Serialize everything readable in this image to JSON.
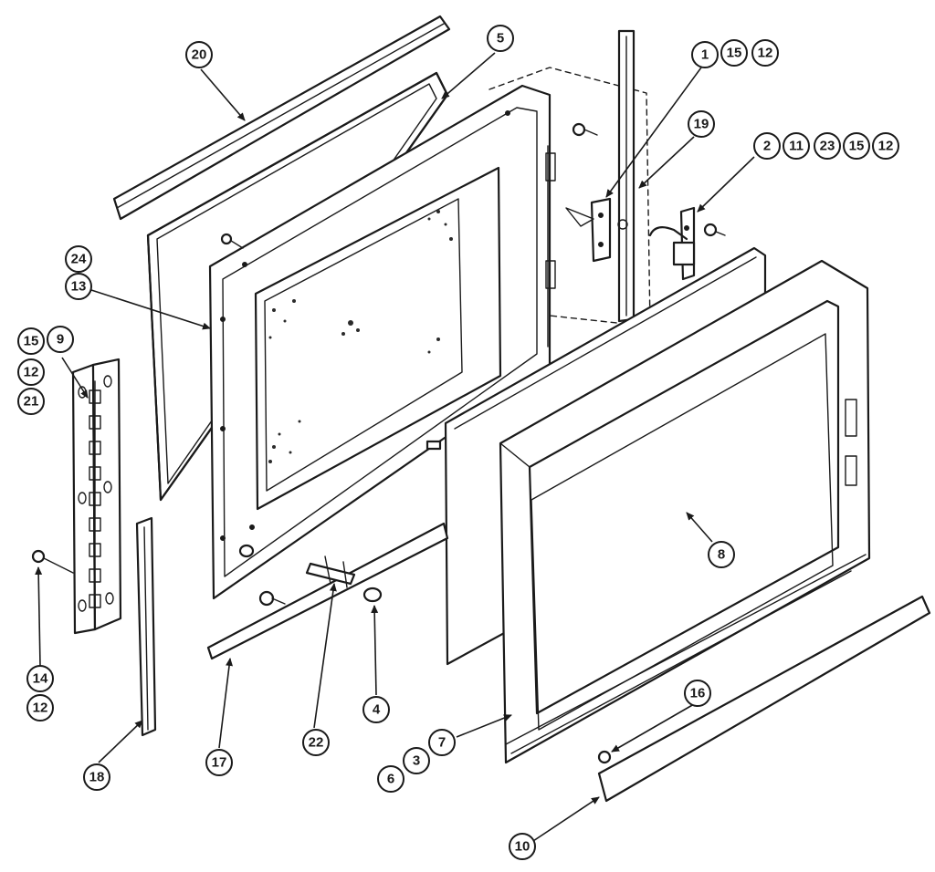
{
  "callouts": {
    "c1": "1",
    "c15a": "15",
    "c12a": "12",
    "c5": "5",
    "c20": "20",
    "c19": "19",
    "c2": "2",
    "c11": "11",
    "c23": "23",
    "c15b": "15",
    "c12b": "12",
    "c24": "24",
    "c13": "13",
    "c15c": "15",
    "c9": "9",
    "c12c": "12",
    "c21": "21",
    "c14": "14",
    "c12d": "12",
    "c18": "18",
    "c17": "17",
    "c22": "22",
    "c4": "4",
    "c8": "8",
    "c16": "16",
    "c7": "7",
    "c3": "3",
    "c6": "6",
    "c10": "10"
  }
}
